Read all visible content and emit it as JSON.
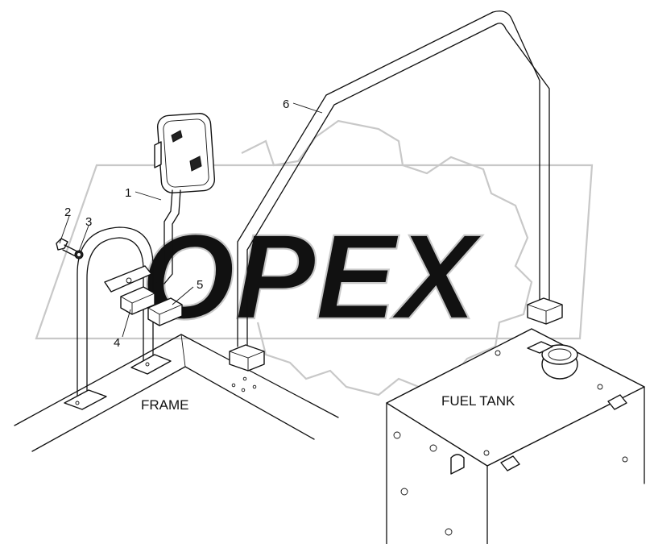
{
  "watermark": {
    "text": "OPEX",
    "color": "#c8c8c8"
  },
  "callouts": [
    {
      "id": "1",
      "text": "1"
    },
    {
      "id": "2",
      "text": "2"
    },
    {
      "id": "3",
      "text": "3"
    },
    {
      "id": "4",
      "text": "4"
    },
    {
      "id": "5",
      "text": "5"
    },
    {
      "id": "6",
      "text": "6"
    }
  ],
  "labels": {
    "frame": "FRAME",
    "fuel_tank": "FUEL TANK"
  }
}
